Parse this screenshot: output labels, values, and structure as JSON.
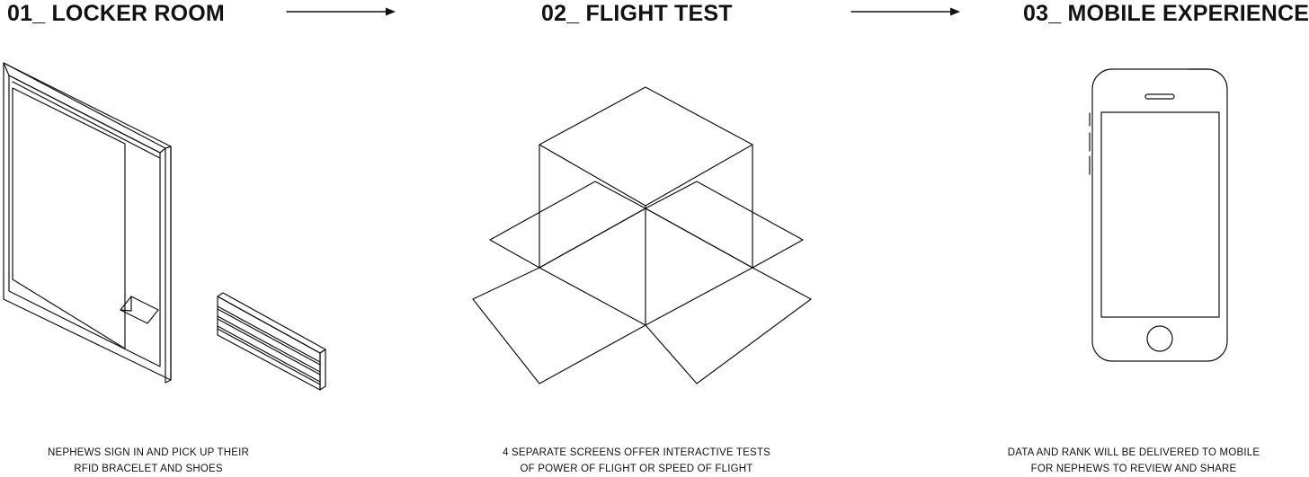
{
  "steps": [
    {
      "title": "01_ LOCKER ROOM",
      "caption_line1": "NEPHEWS SIGN IN AND PICK UP THEIR",
      "caption_line2": "RFID BRACELET AND SHOES",
      "illustration": "locker-screen-and-shoe-shelf"
    },
    {
      "title": "02_ FLIGHT TEST",
      "caption_line1": "4 SEPARATE SCREENS OFFER INTERACTIVE TESTS",
      "caption_line2": "OF POWER OF FLIGHT OR SPEED OF FLIGHT",
      "illustration": "unfolded-cube-of-screens"
    },
    {
      "title": "03_ MOBILE EXPERIENCE",
      "caption_line1": "DATA AND RANK WILL BE DELIVERED TO MOBILE",
      "caption_line2": "FOR NEPHEWS TO REVIEW AND SHARE",
      "illustration": "smartphone"
    }
  ],
  "connectors": [
    "arrow-right-icon",
    "arrow-right-icon"
  ],
  "colors": {
    "line": "#111111",
    "background": "#ffffff"
  }
}
